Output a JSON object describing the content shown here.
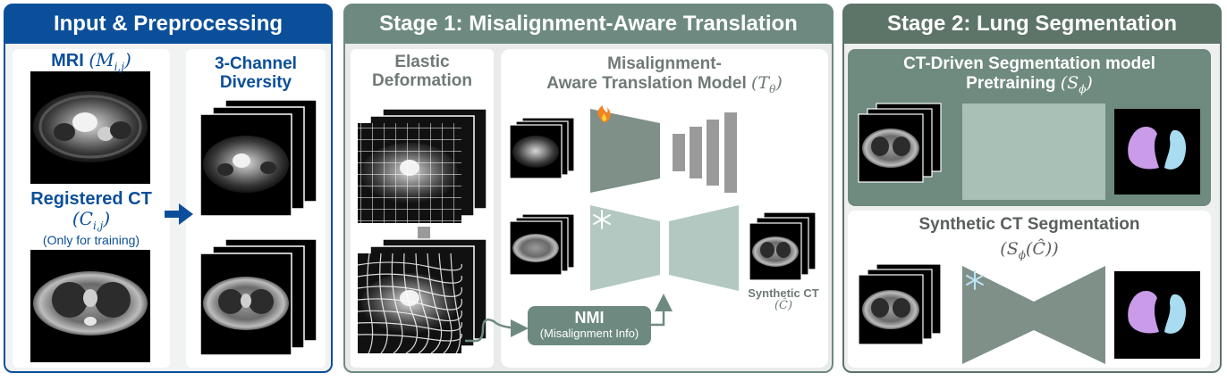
{
  "panels": {
    "input": {
      "title": "Input & Preprocessing",
      "mri_label": "MRI",
      "mri_math": "(M",
      "mri_sub": "i,j",
      "mri_close": ")",
      "channel_label_1": "3-Channel",
      "channel_label_2": "Diversity",
      "ct_label": "Registered CT",
      "ct_math": "(C",
      "ct_sub": "i,j",
      "ct_close": ")",
      "ct_note": "(Only for training)"
    },
    "stage1": {
      "title": "Stage 1: Misalignment-Aware Translation",
      "elastic_1": "Elastic",
      "elastic_2": "Deformation",
      "model_1": "Misalignment-",
      "model_2": "Aware Translation Model",
      "model_math": "(T",
      "model_sub": "θ",
      "model_close": ")",
      "nmi_title": "NMI",
      "nmi_sub": "(Misalignment Info)",
      "synthetic_label": "Synthetic CT",
      "synthetic_math": "(Ĉ)"
    },
    "stage2": {
      "title": "Stage 2: Lung Segmentation",
      "pretrain_1": "CT-Driven Segmentation model",
      "pretrain_2": "Pretraining",
      "pretrain_math": "(S",
      "pretrain_sub": "ϕ",
      "pretrain_close": ")",
      "synseg_1": "Synthetic CT Segmentation",
      "synseg_math": "(S",
      "synseg_sub": "ϕ",
      "synseg_arg": "(Ĉ))"
    }
  },
  "icons": {
    "trainable": "fire-icon",
    "frozen": "snowflake-icon"
  },
  "colors": {
    "input_header": "#0b4f9a",
    "stage_header": "#6e8a80",
    "stage2_header": "#5d7468",
    "label_blue": "#0b4f9a",
    "label_gray": "#6f7a75",
    "encoder_active": "#7e9088",
    "encoder_frozen": "#b3c8c0",
    "pretrain_bg": "#6f8a7f",
    "lung_left": "#c99be8",
    "lung_right": "#a9dcf0"
  }
}
